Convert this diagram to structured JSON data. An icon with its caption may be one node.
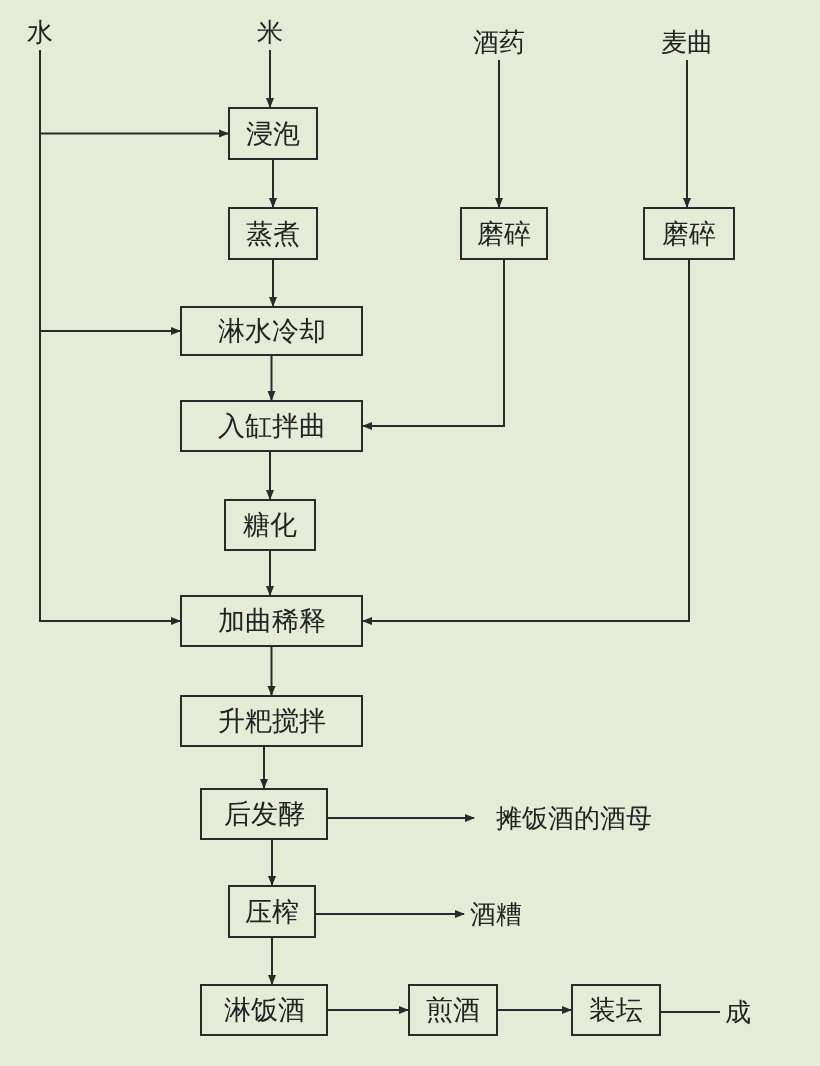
{
  "diagram": {
    "nodes": [
      {
        "text": [
          "水"
        ]
      },
      {
        "text": [
          "米"
        ]
      },
      {
        "text": [
          "酒药"
        ]
      },
      {
        "text": [
          "麦曲"
        ]
      },
      {
        "text": [
          "浸泡"
        ]
      },
      {
        "text": [
          "蒸煮"
        ]
      },
      {
        "text": [
          "磨碎"
        ]
      },
      {
        "text": [
          "磨碎"
        ]
      },
      {
        "text": [
          "淋水冷却"
        ]
      },
      {
        "text": [
          "入缸拌曲"
        ]
      },
      {
        "text": [
          "糖化"
        ]
      },
      {
        "text": [
          "加曲稀释"
        ]
      },
      {
        "text": [
          "升粑搅拌"
        ]
      },
      {
        "text": [
          "后发酵"
        ]
      },
      {
        "text": [
          "摊饭酒的酒母"
        ]
      },
      {
        "text": [
          "压榨"
        ]
      },
      {
        "text": [
          "酒糟"
        ]
      },
      {
        "text": [
          "淋饭酒"
        ]
      },
      {
        "text": [
          "煎酒"
        ]
      },
      {
        "text": [
          "装坛"
        ]
      },
      {
        "text": [
          "成"
        ]
      }
    ],
    "edges": [
      {
        "from": 0,
        "to": 4,
        "arrow": "to"
      },
      {
        "from": 0,
        "to": 8,
        "arrow": "to"
      },
      {
        "from": 0,
        "to": 11,
        "arrow": "to"
      },
      {
        "from": 1,
        "to": 4,
        "arrow": "to"
      },
      {
        "from": 4,
        "to": 5,
        "arrow": "to"
      },
      {
        "from": 5,
        "to": 8,
        "arrow": "to"
      },
      {
        "from": 2,
        "to": 6,
        "arrow": "to"
      },
      {
        "from": 3,
        "to": 7,
        "arrow": "to"
      },
      {
        "from": 8,
        "to": 9,
        "arrow": "to"
      },
      {
        "from": 6,
        "to": 9,
        "arrow": "to"
      },
      {
        "from": 9,
        "to": 10,
        "arrow": "to"
      },
      {
        "from": 10,
        "to": 11,
        "arrow": "to"
      },
      {
        "from": 7,
        "to": 11,
        "arrow": "to"
      },
      {
        "from": 11,
        "to": 12,
        "arrow": "to"
      },
      {
        "from": 12,
        "to": 13,
        "arrow": "to"
      },
      {
        "from": 13,
        "to": 14,
        "arrow": "to"
      },
      {
        "from": 13,
        "to": 15,
        "arrow": "to"
      },
      {
        "from": 15,
        "to": 16,
        "arrow": "to"
      },
      {
        "from": 15,
        "to": 17,
        "arrow": "to"
      },
      {
        "from": 17,
        "to": 18,
        "arrow": "to"
      },
      {
        "from": 18,
        "to": 19,
        "arrow": "to"
      },
      {
        "from": 19,
        "to": 20,
        "arrow": "none"
      }
    ]
  }
}
